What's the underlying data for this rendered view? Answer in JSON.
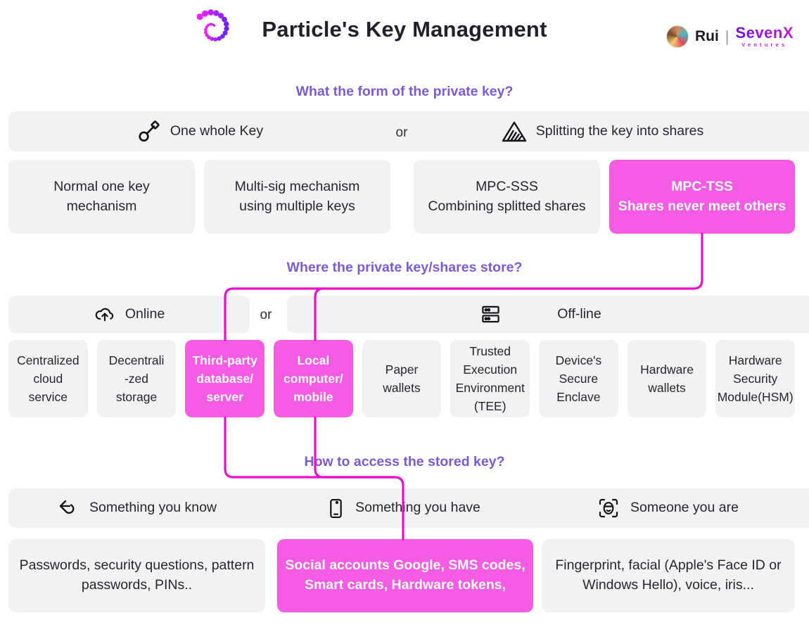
{
  "colors": {
    "pink": "#f45ce4",
    "line": "#e80ed1",
    "purple": "#7a5bd0",
    "box-gray": "#f2f2f3",
    "text-dark": "#26262e",
    "title-dark": "#21212b"
  },
  "header": {
    "title": "Particle's Key Management",
    "author": "Rui",
    "separator": "|",
    "brand": "SevenX",
    "brand_sub": "Ventures"
  },
  "flow": {
    "q1": {
      "heading": "What the form of the private key?",
      "or_label": "or",
      "options": [
        {
          "label": "One whole Key",
          "icon": "key-icon"
        },
        {
          "label": "Splitting the key into shares",
          "icon": "shares-triangle-icon"
        }
      ],
      "methods": [
        {
          "label": "Normal one key\nmechanism",
          "highlight": false
        },
        {
          "label": "Multi-sig mechanism\nusing multiple keys",
          "highlight": false
        },
        {
          "label": "MPC-SSS\nCombining splitted shares",
          "highlight": false
        },
        {
          "label": "MPC-TSS\nShares never meet others",
          "highlight": true
        }
      ]
    },
    "q2": {
      "heading": "Where the private key/shares store?",
      "or_label": "or",
      "options": [
        {
          "label": "Online",
          "icon": "cloud-upload-icon"
        },
        {
          "label": "Off-line",
          "icon": "server-icon"
        }
      ],
      "locations": [
        {
          "label": "Centralized\ncloud\nservice",
          "highlight": false
        },
        {
          "label": "Decentrali\n-zed\nstorage",
          "highlight": false
        },
        {
          "label": "Third-party\ndatabase/\nserver",
          "highlight": true
        },
        {
          "label": "Local\ncomputer/\nmobile",
          "highlight": true
        },
        {
          "label": "Paper\nwallets",
          "highlight": false
        },
        {
          "label": "Trusted\nExecution\nEnvironment\n(TEE)",
          "highlight": false
        },
        {
          "label": "Device's\nSecure\nEnclave",
          "highlight": false
        },
        {
          "label": "Hardware\nwallets",
          "highlight": false
        },
        {
          "label": "Hardware\nSecurity\nModule(HSM)",
          "highlight": false
        }
      ]
    },
    "q3": {
      "heading": "How to access the stored key?",
      "factors": [
        {
          "label": "Something you know",
          "icon": "key-left-icon"
        },
        {
          "label": "Something you have",
          "icon": "smartphone-icon"
        },
        {
          "label": "Someone you are",
          "icon": "face-scan-icon"
        }
      ],
      "examples": [
        {
          "label": "Passwords, security questions, pattern\npasswords, PINs..",
          "highlight": false
        },
        {
          "label": "Social accounts Google, SMS codes,\nSmart cards, Hardware tokens,",
          "highlight": true
        },
        {
          "label": "Fingerprint, facial (Apple's Face ID or\nWindows Hello), voice, iris...",
          "highlight": false
        }
      ]
    }
  }
}
